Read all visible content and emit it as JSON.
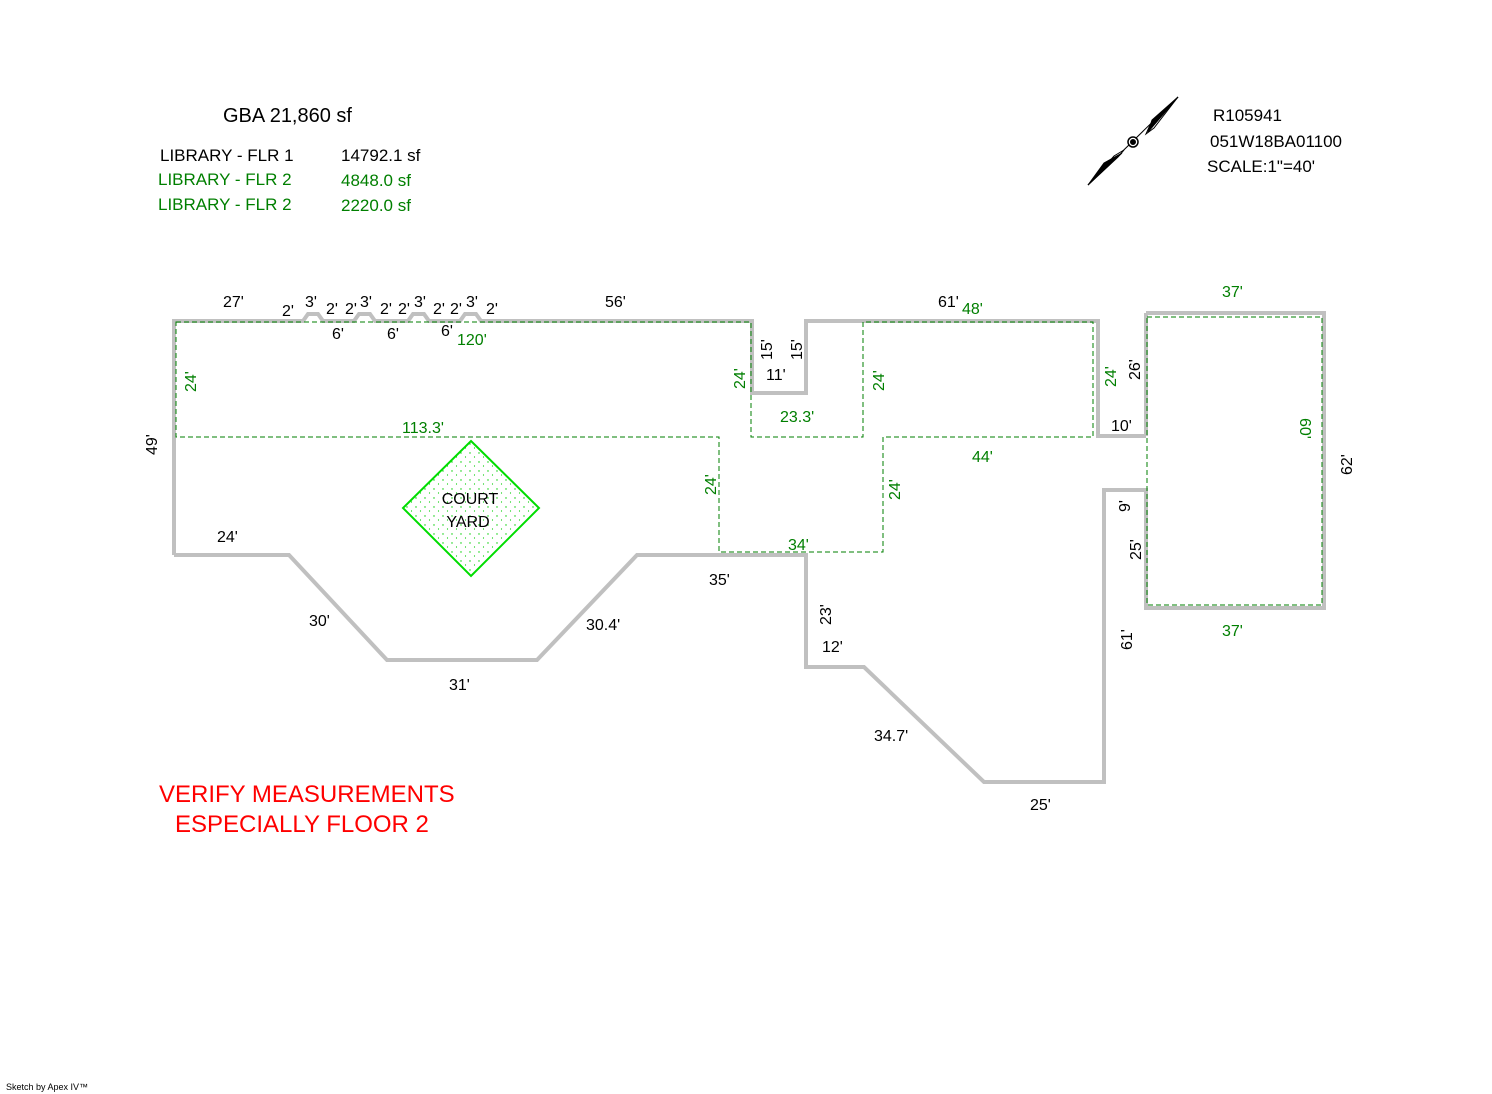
{
  "header": {
    "gba": "GBA 21,860 sf",
    "areas": [
      {
        "name": "LIBRARY - FLR 1",
        "value": "14792.1 sf",
        "color": "#000000"
      },
      {
        "name": "LIBRARY - FLR 2",
        "value": "4848.0 sf",
        "color": "#007f00"
      },
      {
        "name": "LIBRARY - FLR 2",
        "value": "2220.0 sf",
        "color": "#007f00"
      }
    ]
  },
  "info": {
    "account": "R105941",
    "map_lot": "051W18BA01100",
    "scale": "SCALE:1\"=40'"
  },
  "compass": {
    "icon": "north-arrow-icon"
  },
  "courtyard": {
    "line1": "COURT",
    "line2": "YARD",
    "color": "#00dd00"
  },
  "note": {
    "line1": "VERIFY MEASUREMENTS",
    "line2": "ESPECIALLY FLOOR 2",
    "color": "#ff0000"
  },
  "footer": {
    "credit": "Sketch by Apex IV™"
  },
  "colors": {
    "floor1_outline": "#c0c0c0",
    "floor2_outline": "#007f00"
  },
  "dimensions": {
    "floor1": [
      "27'",
      "2'",
      "3'",
      "2'",
      "2'",
      "3'",
      "2'",
      "2'",
      "3'",
      "2'",
      "2'",
      "3'",
      "2'",
      "6'",
      "6'",
      "6'",
      "56'",
      "15'",
      "15'",
      "11'",
      "61'",
      "26'",
      "10'",
      "9'",
      "25'",
      "61'",
      "62'",
      "49'",
      "24'",
      "30'",
      "31'",
      "30.4'",
      "35'",
      "23'",
      "12'",
      "34.7'",
      "25'"
    ],
    "floor2": [
      "120'",
      "24'",
      "113.3'",
      "24'",
      "23.3'",
      "24'",
      "48'",
      "24'",
      "44'",
      "24'",
      "24'",
      "34'",
      "37'",
      "60'",
      "37'"
    ]
  }
}
